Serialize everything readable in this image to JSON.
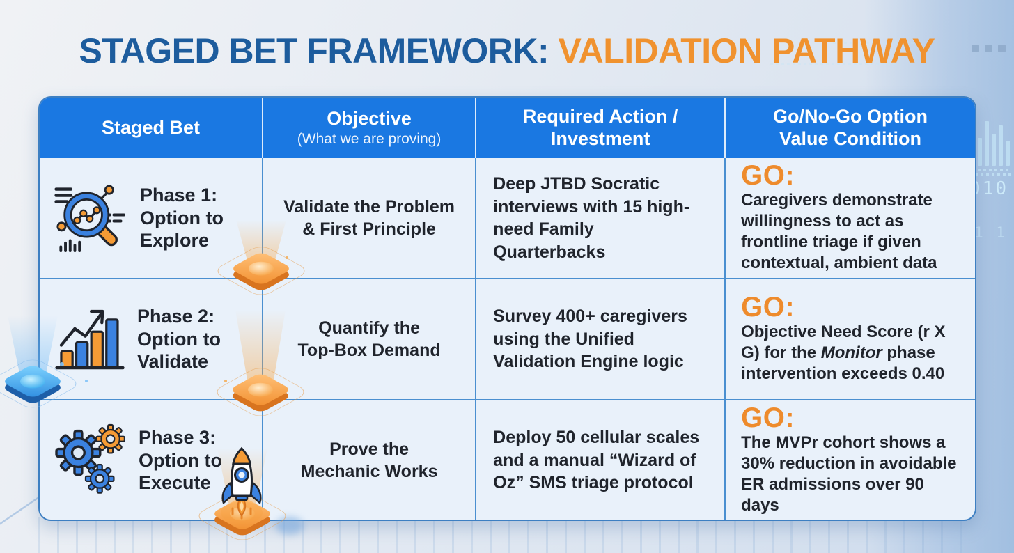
{
  "title": {
    "part1": "STAGED BET FRAMEWORK:",
    "part2": " VALIDATION PATHWAY"
  },
  "header": {
    "col1": "Staged Bet",
    "col2": "Objective",
    "col2_sub": "(What we are proving)",
    "col3": "Required Action / Investment",
    "col4": "Go/No-Go Option Value Condition"
  },
  "rows": [
    {
      "icon": "magnifier-analytics-icon",
      "phase": "Phase 1:",
      "option": "Option to Explore",
      "objective_line1": "Validate the Problem",
      "objective_line2": "& First Principle",
      "action": "Deep JTBD Socratic interviews with 15 high-need Family Quarterbacks",
      "go": "GO:",
      "condition": "Caregivers demonstrate willingness to act as frontline triage if given contextual, ambient data"
    },
    {
      "icon": "growth-bar-chart-icon",
      "phase": "Phase 2:",
      "option": "Option to Validate",
      "objective_line1": "Quantify the",
      "objective_line2": "Top-Box Demand",
      "action": "Survey 400+ caregivers using the Unified Validation Engine logic",
      "go": "GO:",
      "condition_pre": "Objective Need Score (r X G) for the ",
      "condition_italic": "Monitor",
      "condition_post": " phase intervention exceeds 0.40"
    },
    {
      "icon": "gears-icon",
      "phase": "Phase 3:",
      "option": "Option to Execute",
      "objective_line1": "Prove the",
      "objective_line2": "Mechanic Works",
      "action": "Deploy 50 cellular scales and a manual “Wizard of Oz” SMS triage protocol",
      "go": "GO:",
      "condition": "The MVPr cohort shows a 30% reduction in avoidable ER admissions over 90 days"
    }
  ],
  "background": {
    "binary_text": "010",
    "binary_text_2": "1 1"
  },
  "colors": {
    "title_blue": "#1d5c9d",
    "accent_orange": "#f0922f",
    "header_blue": "#1a78e2",
    "cell_bg": "#e9f1fa",
    "divider_blue": "#4a8fd0",
    "text_dark": "#20242c",
    "go_orange": "#ee8b2c"
  }
}
